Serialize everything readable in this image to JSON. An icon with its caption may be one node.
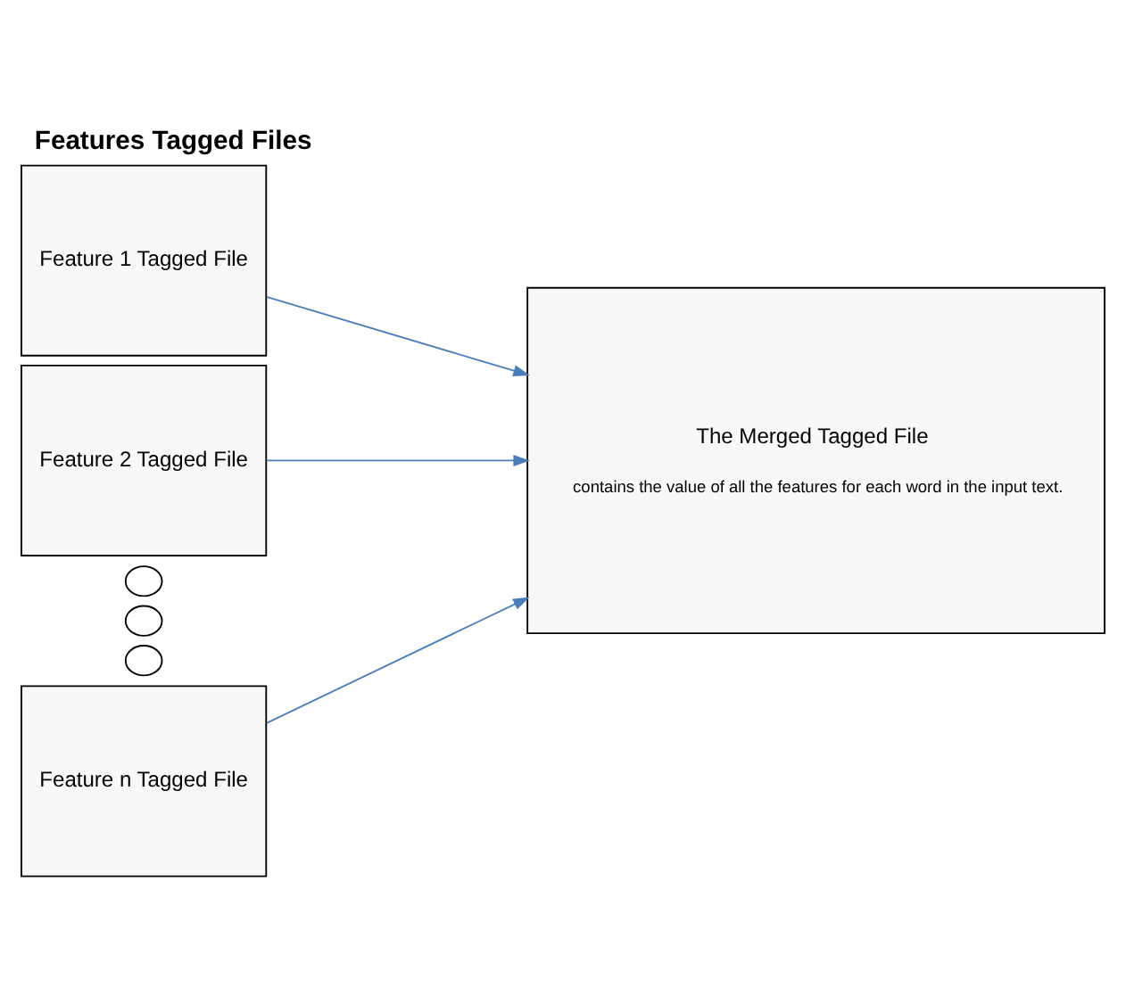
{
  "diagram": {
    "title": "Features Tagged Files",
    "nodes": [
      {
        "text": [
          "Feature 1 Tagged File"
        ]
      },
      {
        "text": [
          "Feature 2 Tagged File"
        ]
      },
      {
        "text": [],
        "shape": "circle"
      },
      {
        "text": [],
        "shape": "circle"
      },
      {
        "text": [],
        "shape": "circle"
      },
      {
        "text": [
          "Feature n Tagged File"
        ]
      },
      {
        "text": [
          "The Merged Tagged File",
          "contains the value of all the features for each word in the input text."
        ]
      }
    ],
    "edges": [
      {
        "from": 0,
        "to": 6,
        "arrow": "to",
        "color": "#4a7ebb"
      },
      {
        "from": 1,
        "to": 6,
        "arrow": "to",
        "color": "#4a7ebb"
      },
      {
        "from": 5,
        "to": 6,
        "arrow": "to",
        "color": "#4a7ebb"
      }
    ]
  }
}
